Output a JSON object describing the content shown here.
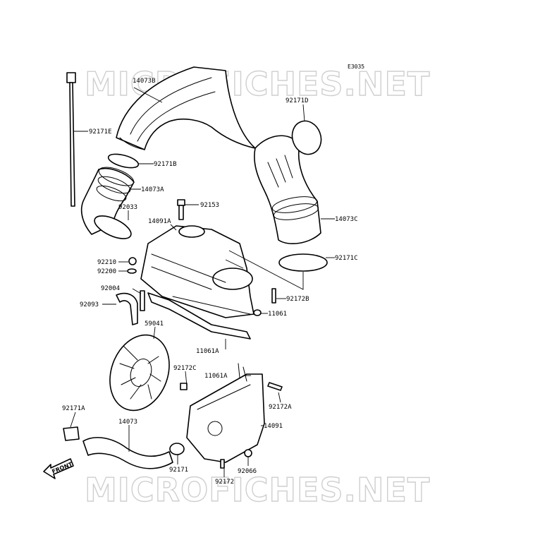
{
  "watermark": "MICROFICHES.NET",
  "reference_code": "E3035",
  "front_label": "FRONT",
  "colors": {
    "ink": "#000000",
    "watermark_outline": "#cfcfcf",
    "background": "#ffffff"
  },
  "labels": {
    "p14073B": "14073B",
    "p92171D": "92171D",
    "p92171E": "92171E",
    "p92171B": "92171B",
    "p14073A": "14073A",
    "p92153": "92153",
    "p92033": "92033",
    "p14091A": "14091A",
    "p14073C": "14073C",
    "p92210": "92210",
    "p92171C": "92171C",
    "p92200": "92200",
    "p92004": "92004",
    "p92172B": "92172B",
    "p92093": "92093",
    "p11061": "11061",
    "p59041": "59041",
    "p11061A_upper": "11061A",
    "p92172C": "92172C",
    "p11061A_lower": "11061A",
    "p92171A": "92171A",
    "p92172A": "92172A",
    "p14073": "14073",
    "p14091": "14091",
    "p92171": "92171",
    "p92066": "92066",
    "p92172": "92172"
  }
}
